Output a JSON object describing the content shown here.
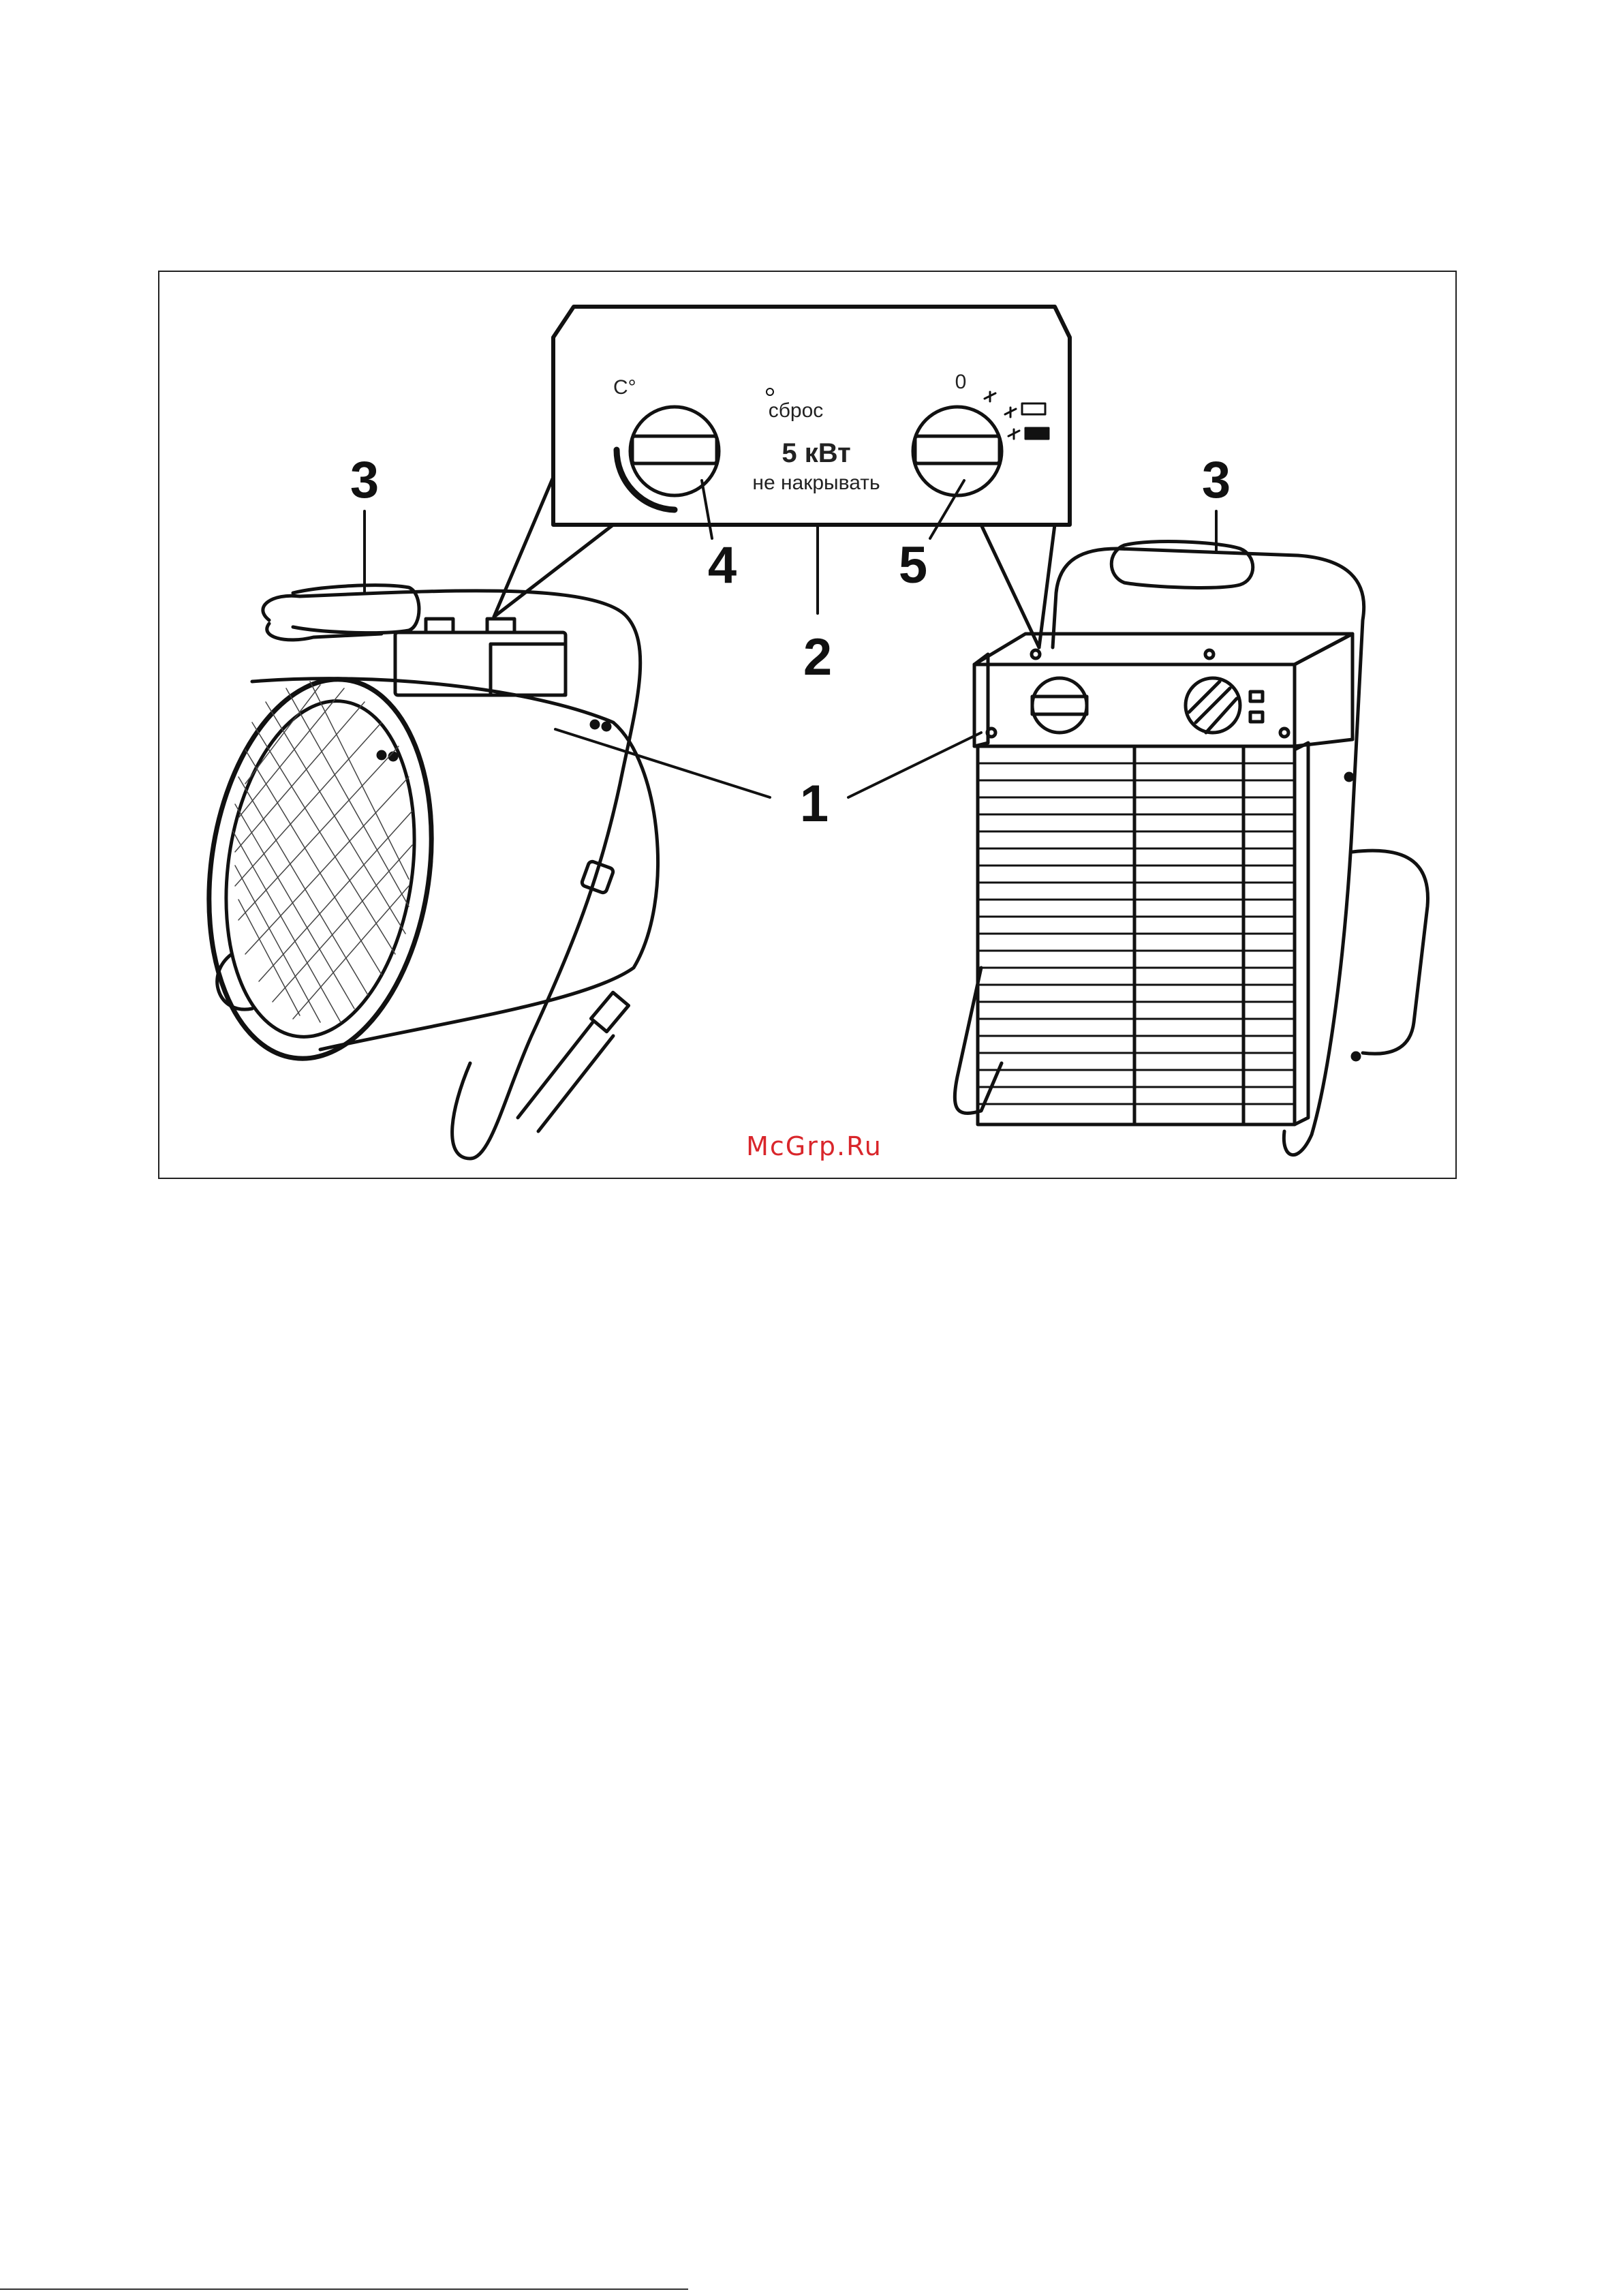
{
  "callouts": {
    "body": "1",
    "panel": "2",
    "handle_left": "3",
    "handle_right": "3",
    "thermostat": "4",
    "mode_switch": "5"
  },
  "control_panel": {
    "thermostat_label": "C°",
    "reset_label": "сброс",
    "power_label": "5 кВт",
    "warning_label": "не накрывать",
    "mode_zero_label": "0"
  },
  "watermark": "McGrp.Ru",
  "colors": {
    "line": "#111111",
    "watermark": "#d9262b",
    "background": "#ffffff"
  }
}
